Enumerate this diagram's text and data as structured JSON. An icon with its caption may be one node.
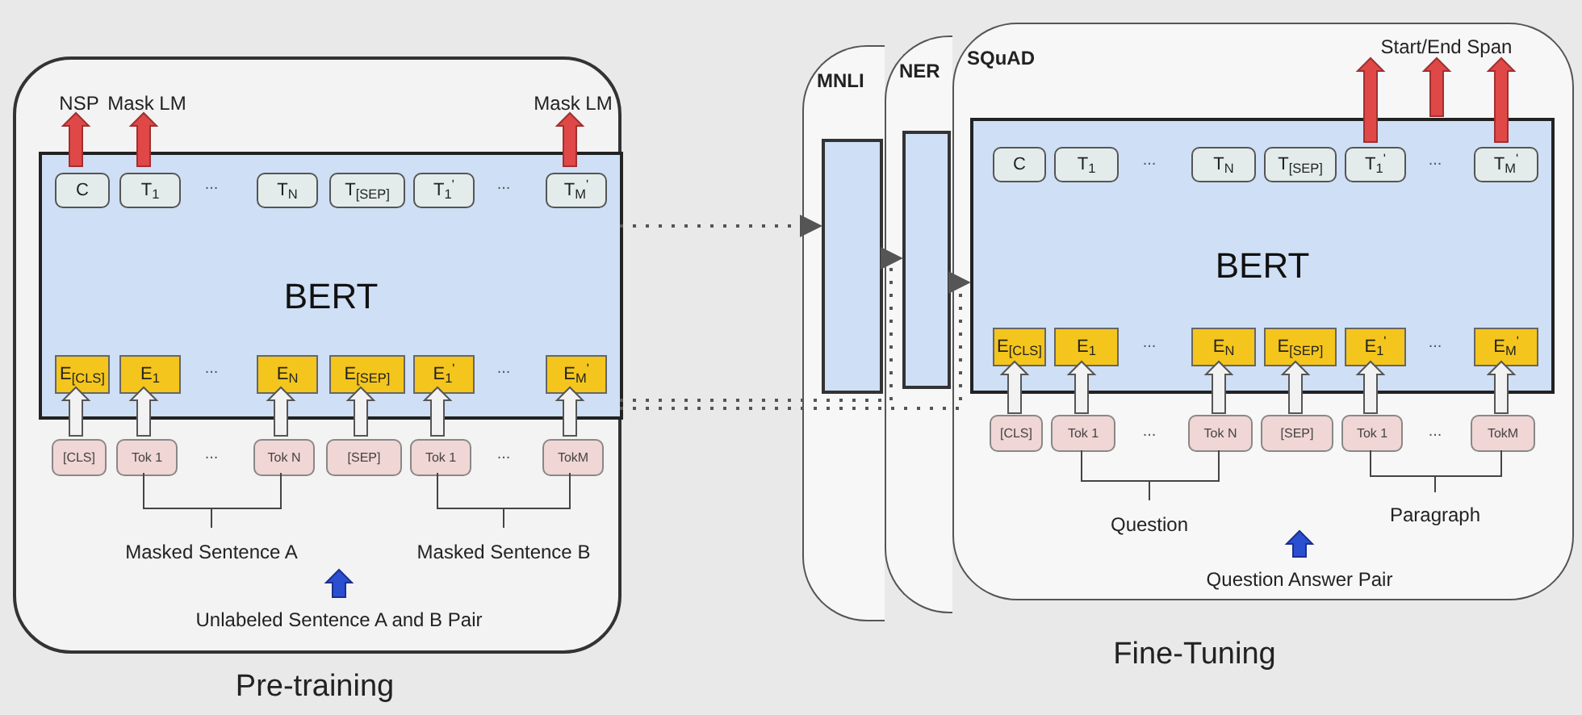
{
  "diagram": {
    "nodes": [
      {
        "text": [],
        "shape": "box"
      },
      {
        "text": [
          "BERT"
        ],
        "in": 0
      },
      {
        "text": [
          "C"
        ],
        "in": 1
      },
      {
        "text": [
          "T$_{1}$"
        ],
        "in": 1
      },
      {
        "text": [
          "T$_{N}$"
        ],
        "in": 1
      },
      {
        "text": [
          "T$_{[SEP]}$"
        ],
        "in": 1
      },
      {
        "text": [
          "T$_{1}$$^{'}$"
        ],
        "in": 1
      },
      {
        "text": [
          "T$_{M}$$^{'}$"
        ],
        "in": 1
      },
      {
        "text": [
          "E$_{[CLS]}$"
        ],
        "in": 1
      },
      {
        "text": [
          "E$_{1}$"
        ],
        "in": 1
      },
      {
        "text": [
          "E$_{N}$"
        ],
        "in": 1
      },
      {
        "text": [
          "E$_{[SEP]}$"
        ],
        "in": 1
      },
      {
        "text": [
          "E$_{1}$$^{'}$"
        ],
        "in": 1
      },
      {
        "text": [
          "E$_{M}$$^{'}$"
        ],
        "in": 1
      },
      {
        "text": [
          "[CLS]"
        ],
        "in": 0
      },
      {
        "text": [
          "Tok 1"
        ],
        "in": 0
      },
      {
        "text": [
          "Tok N"
        ],
        "in": 0
      },
      {
        "text": [
          "[SEP]"
        ],
        "in": 0
      },
      {
        "text": [
          "Tok 1"
        ],
        "in": 0
      },
      {
        "text": [
          "TokM"
        ],
        "in": 0
      },
      {
        "text": [
          "NSP"
        ],
        "in": 0
      },
      {
        "text": [
          "Mask LM"
        ],
        "in": 0
      },
      {
        "text": [
          "Mask LM"
        ],
        "in": 0
      },
      {
        "text": [
          "MNLI"
        ]
      },
      {
        "text": [],
        "shape": "box",
        "in": 23
      },
      {
        "text": [
          "NER"
        ]
      },
      {
        "text": [],
        "shape": "box",
        "in": 25
      },
      {
        "text": [
          "SQuAD"
        ]
      },
      {
        "text": [
          "BERT"
        ],
        "in": 27
      },
      {
        "text": [
          "C"
        ],
        "in": 28
      },
      {
        "text": [
          "T$_{1}$"
        ],
        "in": 28
      },
      {
        "text": [
          "T$_{N}$"
        ],
        "in": 28
      },
      {
        "text": [
          "T$_{[SEP]}$"
        ],
        "in": 28
      },
      {
        "text": [
          "T$_{1}$$^{'}$"
        ],
        "in": 28
      },
      {
        "text": [
          "T$_{M}$$^{'}$"
        ],
        "in": 28
      },
      {
        "text": [
          "E$_{[CLS]}$"
        ],
        "in": 28
      },
      {
        "text": [
          "E$_{1}$"
        ],
        "in": 28
      },
      {
        "text": [
          "E$_{N}$"
        ],
        "in": 28
      },
      {
        "text": [
          "E$_{[SEP]}$"
        ],
        "in": 28
      },
      {
        "text": [
          "E$_{1}$$^{'}$"
        ],
        "in": 28
      },
      {
        "text": [
          "E$_{M}$$^{'}$"
        ],
        "in": 28
      },
      {
        "text": [
          "[CLS]"
        ],
        "in": 27
      },
      {
        "text": [
          "Tok 1"
        ],
        "in": 27
      },
      {
        "text": [
          "Tok N"
        ],
        "in": 27
      },
      {
        "text": [
          "[SEP]"
        ],
        "in": 27
      },
      {
        "text": [
          "Tok 1"
        ],
        "in": 27
      },
      {
        "text": [
          "TokM"
        ],
        "in": 27
      },
      {
        "text": [
          "Start/End Span"
        ],
        "in": 27
      }
    ],
    "edges": [
      {
        "from": 14,
        "to": 8,
        "arrow": "to"
      },
      {
        "from": 15,
        "to": 9,
        "arrow": "to"
      },
      {
        "from": 16,
        "to": 10,
        "arrow": "to"
      },
      {
        "from": 17,
        "to": 11,
        "arrow": "to"
      },
      {
        "from": 18,
        "to": 12,
        "arrow": "to"
      },
      {
        "from": 19,
        "to": 13,
        "arrow": "to"
      },
      {
        "from": 2,
        "to": 20,
        "arrow": "to",
        "color": "#e04848"
      },
      {
        "from": 3,
        "to": 21,
        "arrow": "to",
        "color": "#e04848"
      },
      {
        "from": 7,
        "to": 22,
        "arrow": "to",
        "color": "#e04848"
      },
      {
        "from": 1,
        "to": 24,
        "arrow": "to",
        "style": "dashed",
        "color": "#555555"
      },
      {
        "from": 1,
        "to": 26,
        "arrow": "to",
        "style": "dashed",
        "color": "#555555"
      },
      {
        "from": 1,
        "to": 28,
        "arrow": "to",
        "style": "dashed",
        "color": "#555555"
      },
      {
        "from": 41,
        "to": 35,
        "arrow": "to"
      },
      {
        "from": 42,
        "to": 36,
        "arrow": "to"
      },
      {
        "from": 43,
        "to": 37,
        "arrow": "to"
      },
      {
        "from": 44,
        "to": 38,
        "arrow": "to"
      },
      {
        "from": 45,
        "to": 39,
        "arrow": "to"
      },
      {
        "from": 46,
        "to": 40,
        "arrow": "to"
      },
      {
        "from": 33,
        "to": 47,
        "arrow": "to",
        "color": "#e04848"
      },
      {
        "from": null,
        "to": 47,
        "arrow": "to",
        "color": "#e04848"
      },
      {
        "from": 34,
        "to": 47,
        "arrow": "to",
        "color": "#e04848"
      }
    ],
    "labels": [
      "...",
      "...",
      "...",
      "...",
      "...",
      "...",
      "Masked Sentence A",
      "Masked Sentence B",
      "Unlabeled Sentence A and B Pair",
      "Pre-training",
      "...",
      "...",
      "...",
      "...",
      "...",
      "...",
      "Question",
      "Paragraph",
      "Question Answer Pair",
      "Fine-Tuning"
    ]
  }
}
